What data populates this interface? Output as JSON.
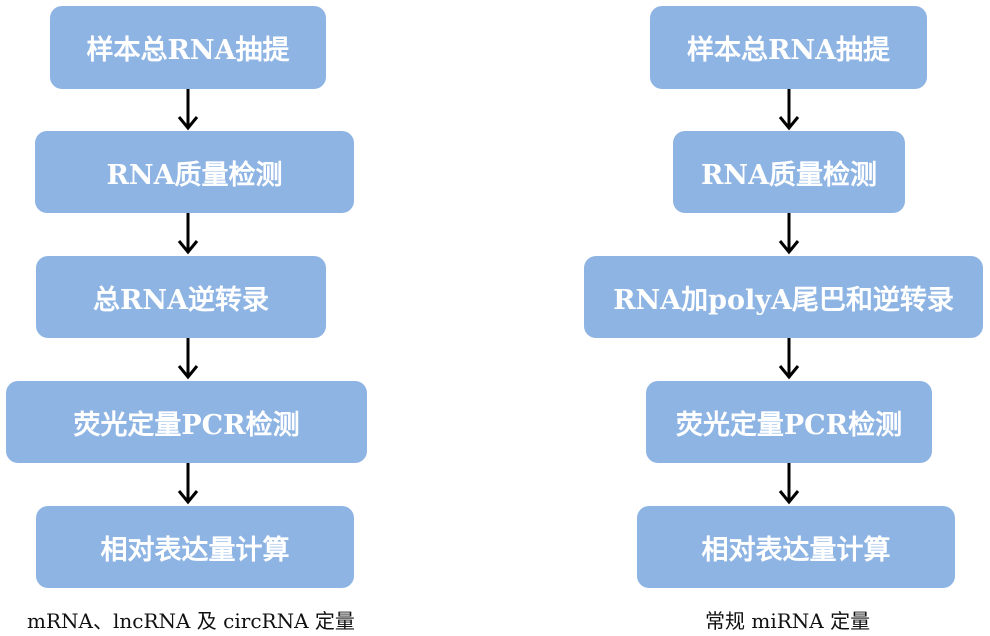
{
  "left_flow": {
    "steps": [
      "样本总RNA抽提",
      "RNA质量检测",
      "总RNA逆转录",
      "荧光定量PCR检测",
      "相对表达量计算"
    ],
    "caption": "mRNA、lncRNA 及 circRNA 定量"
  },
  "right_flow": {
    "steps": [
      "样本总RNA抽提",
      "RNA质量检测",
      "RNA加polyA尾巴和逆转录",
      "荧光定量PCR检测",
      "相对表达量计算"
    ],
    "caption": "常规 miRNA 定量"
  },
  "colors": {
    "box_fill": "#8eb4e3",
    "box_text": "#ffffff",
    "arrow": "#000000"
  }
}
